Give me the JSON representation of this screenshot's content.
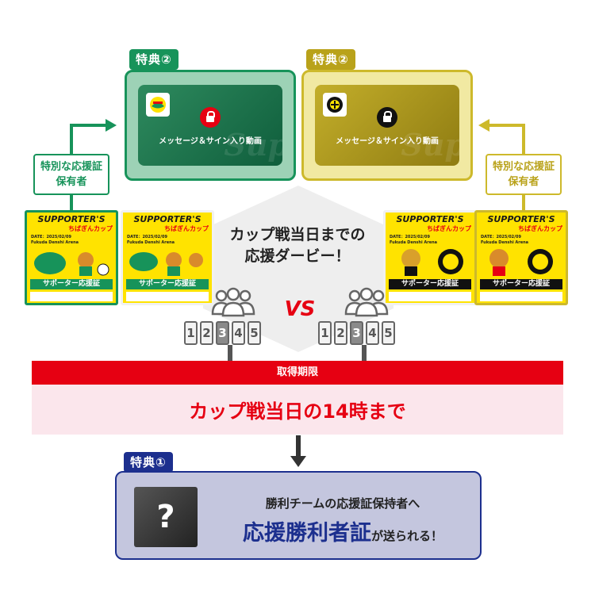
{
  "perks": {
    "perk2_green": {
      "label": "特典②",
      "caption": "メッセージ＆サイン入り動画",
      "watermark": "Sup"
    },
    "perk2_gold": {
      "label": "特典②",
      "caption": "メッセージ＆サイン入り動画",
      "watermark": "Sup"
    },
    "perk1": {
      "label": "特典①",
      "mystery": "?"
    }
  },
  "holders": {
    "left": {
      "line1": "特別な応援証",
      "line2": "保有者"
    },
    "right": {
      "line1": "特別な応援証",
      "line2": "保有者"
    }
  },
  "cards": [
    {
      "title": "SUPPORTER'S",
      "sub": "ちばぎんカップ",
      "date": "DATE：2025/02/09",
      "venue": "Fukuda Denshi Arena",
      "label": "サポーター応援証"
    },
    {
      "title": "SUPPORTER'S",
      "sub": "ちばぎんカップ",
      "date": "DATE：2025/02/09",
      "venue": "Fukuda Denshi Arena",
      "label": "サポーター応援証"
    },
    {
      "title": "SUPPORTER'S",
      "sub": "ちばぎんカップ",
      "date": "DATE：2025/02/09",
      "venue": "Fukuda Denshi Arena",
      "label": "サポーター応援証"
    },
    {
      "title": "SUPPORTER'S",
      "sub": "ちばぎんカップ",
      "date": "DATE：2025/02/09",
      "venue": "Fukuda Denshi Arena",
      "label": "サポーター応援証"
    }
  ],
  "center": {
    "line1": "カップ戦当日までの",
    "line2": "応援ダービー！",
    "vs": "VS"
  },
  "numbers": {
    "left": [
      "1",
      "2",
      "3",
      "4",
      "5"
    ],
    "right": [
      "1",
      "2",
      "3",
      "4",
      "5"
    ]
  },
  "deadline": {
    "title": "取得期限",
    "text": "カップ戦当日の14時まで"
  },
  "bottom": {
    "line1": "勝利チームの応援証保持者へ",
    "highlight": "応援勝利者証",
    "suffix": "が送られる！"
  },
  "colors": {
    "green": "#17935a",
    "gold": "#cdb92b",
    "red": "#e60012",
    "navy": "#1c2f8e"
  }
}
